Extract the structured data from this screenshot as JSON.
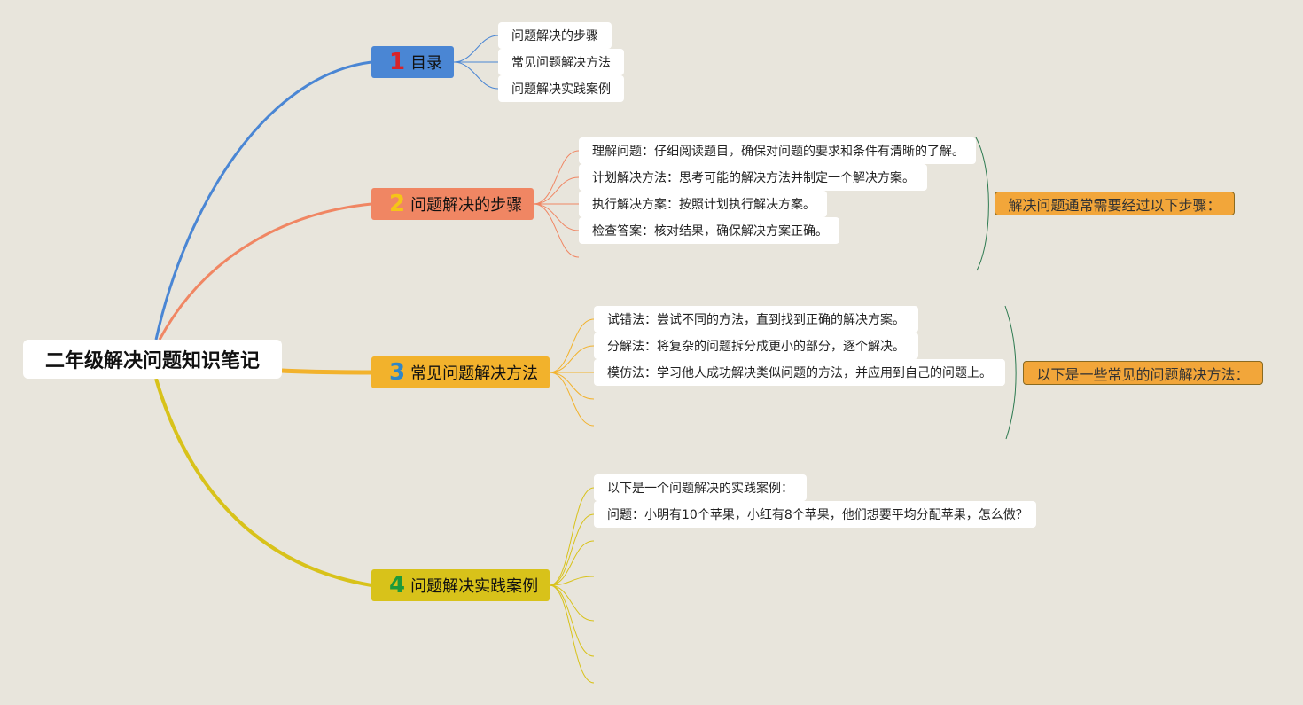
{
  "root": {
    "title": "二年级解决问题知识笔记"
  },
  "branches": [
    {
      "num": "1",
      "label": "目录",
      "color": "#4a86d4",
      "num_color": "#d8232a",
      "items": [
        "问题解决的步骤",
        "常见问题解决方法",
        "问题解决实践案例"
      ]
    },
    {
      "num": "2",
      "label": "问题解决的步骤",
      "color": "#f08663",
      "num_color": "#f5c518",
      "items": [
        "理解问题：仔细阅读题目，确保对问题的要求和条件有清晰的了解。",
        "计划解决方法：思考可能的解决方法并制定一个解决方案。",
        "执行解决方案：按照计划执行解决方案。",
        "检查答案：核对结果，确保解决方案正确。"
      ],
      "summary": "解决问题通常需要经过以下步骤："
    },
    {
      "num": "3",
      "label": "常见问题解决方法",
      "color": "#f2b22c",
      "num_color": "#2f86c8",
      "items": [
        "试错法：尝试不同的方法，直到找到正确的解决方案。",
        "分解法：将复杂的问题拆分成更小的部分，逐个解决。",
        "模仿法：学习他人成功解决类似问题的方法，并应用到自己的问题上。"
      ],
      "summary": "以下是一些常见的问题解决方法："
    },
    {
      "num": "4",
      "label": "问题解决实践案例",
      "color": "#d8c21a",
      "num_color": "#1e9a3a",
      "items": [
        "以下是一个问题解决的实践案例：",
        "问题：小明有10个苹果，小红有8个苹果，他们想要平均分配苹果，怎么做？"
      ]
    }
  ]
}
